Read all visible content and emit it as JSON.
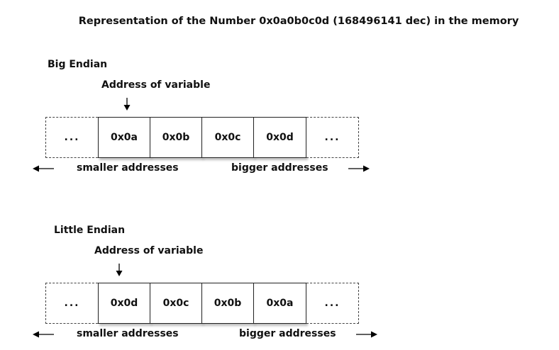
{
  "title": "Representation of the Number 0x0a0b0c0d (168496141 dec) in the memory",
  "big_endian": {
    "label": "Big Endian",
    "address_label": "Address of variable",
    "ellipsis_left": "...",
    "cells": [
      "0x0a",
      "0x0b",
      "0x0c",
      "0x0d"
    ],
    "ellipsis_right": "...",
    "smaller_label": "smaller addresses",
    "bigger_label": "bigger addresses"
  },
  "little_endian": {
    "label": "Little Endian",
    "address_label": "Address of variable",
    "ellipsis_left": "...",
    "cells": [
      "0x0d",
      "0x0c",
      "0x0b",
      "0x0a"
    ],
    "ellipsis_right": "...",
    "smaller_label": "smaller addresses",
    "bigger_label": "bigger addresses"
  }
}
